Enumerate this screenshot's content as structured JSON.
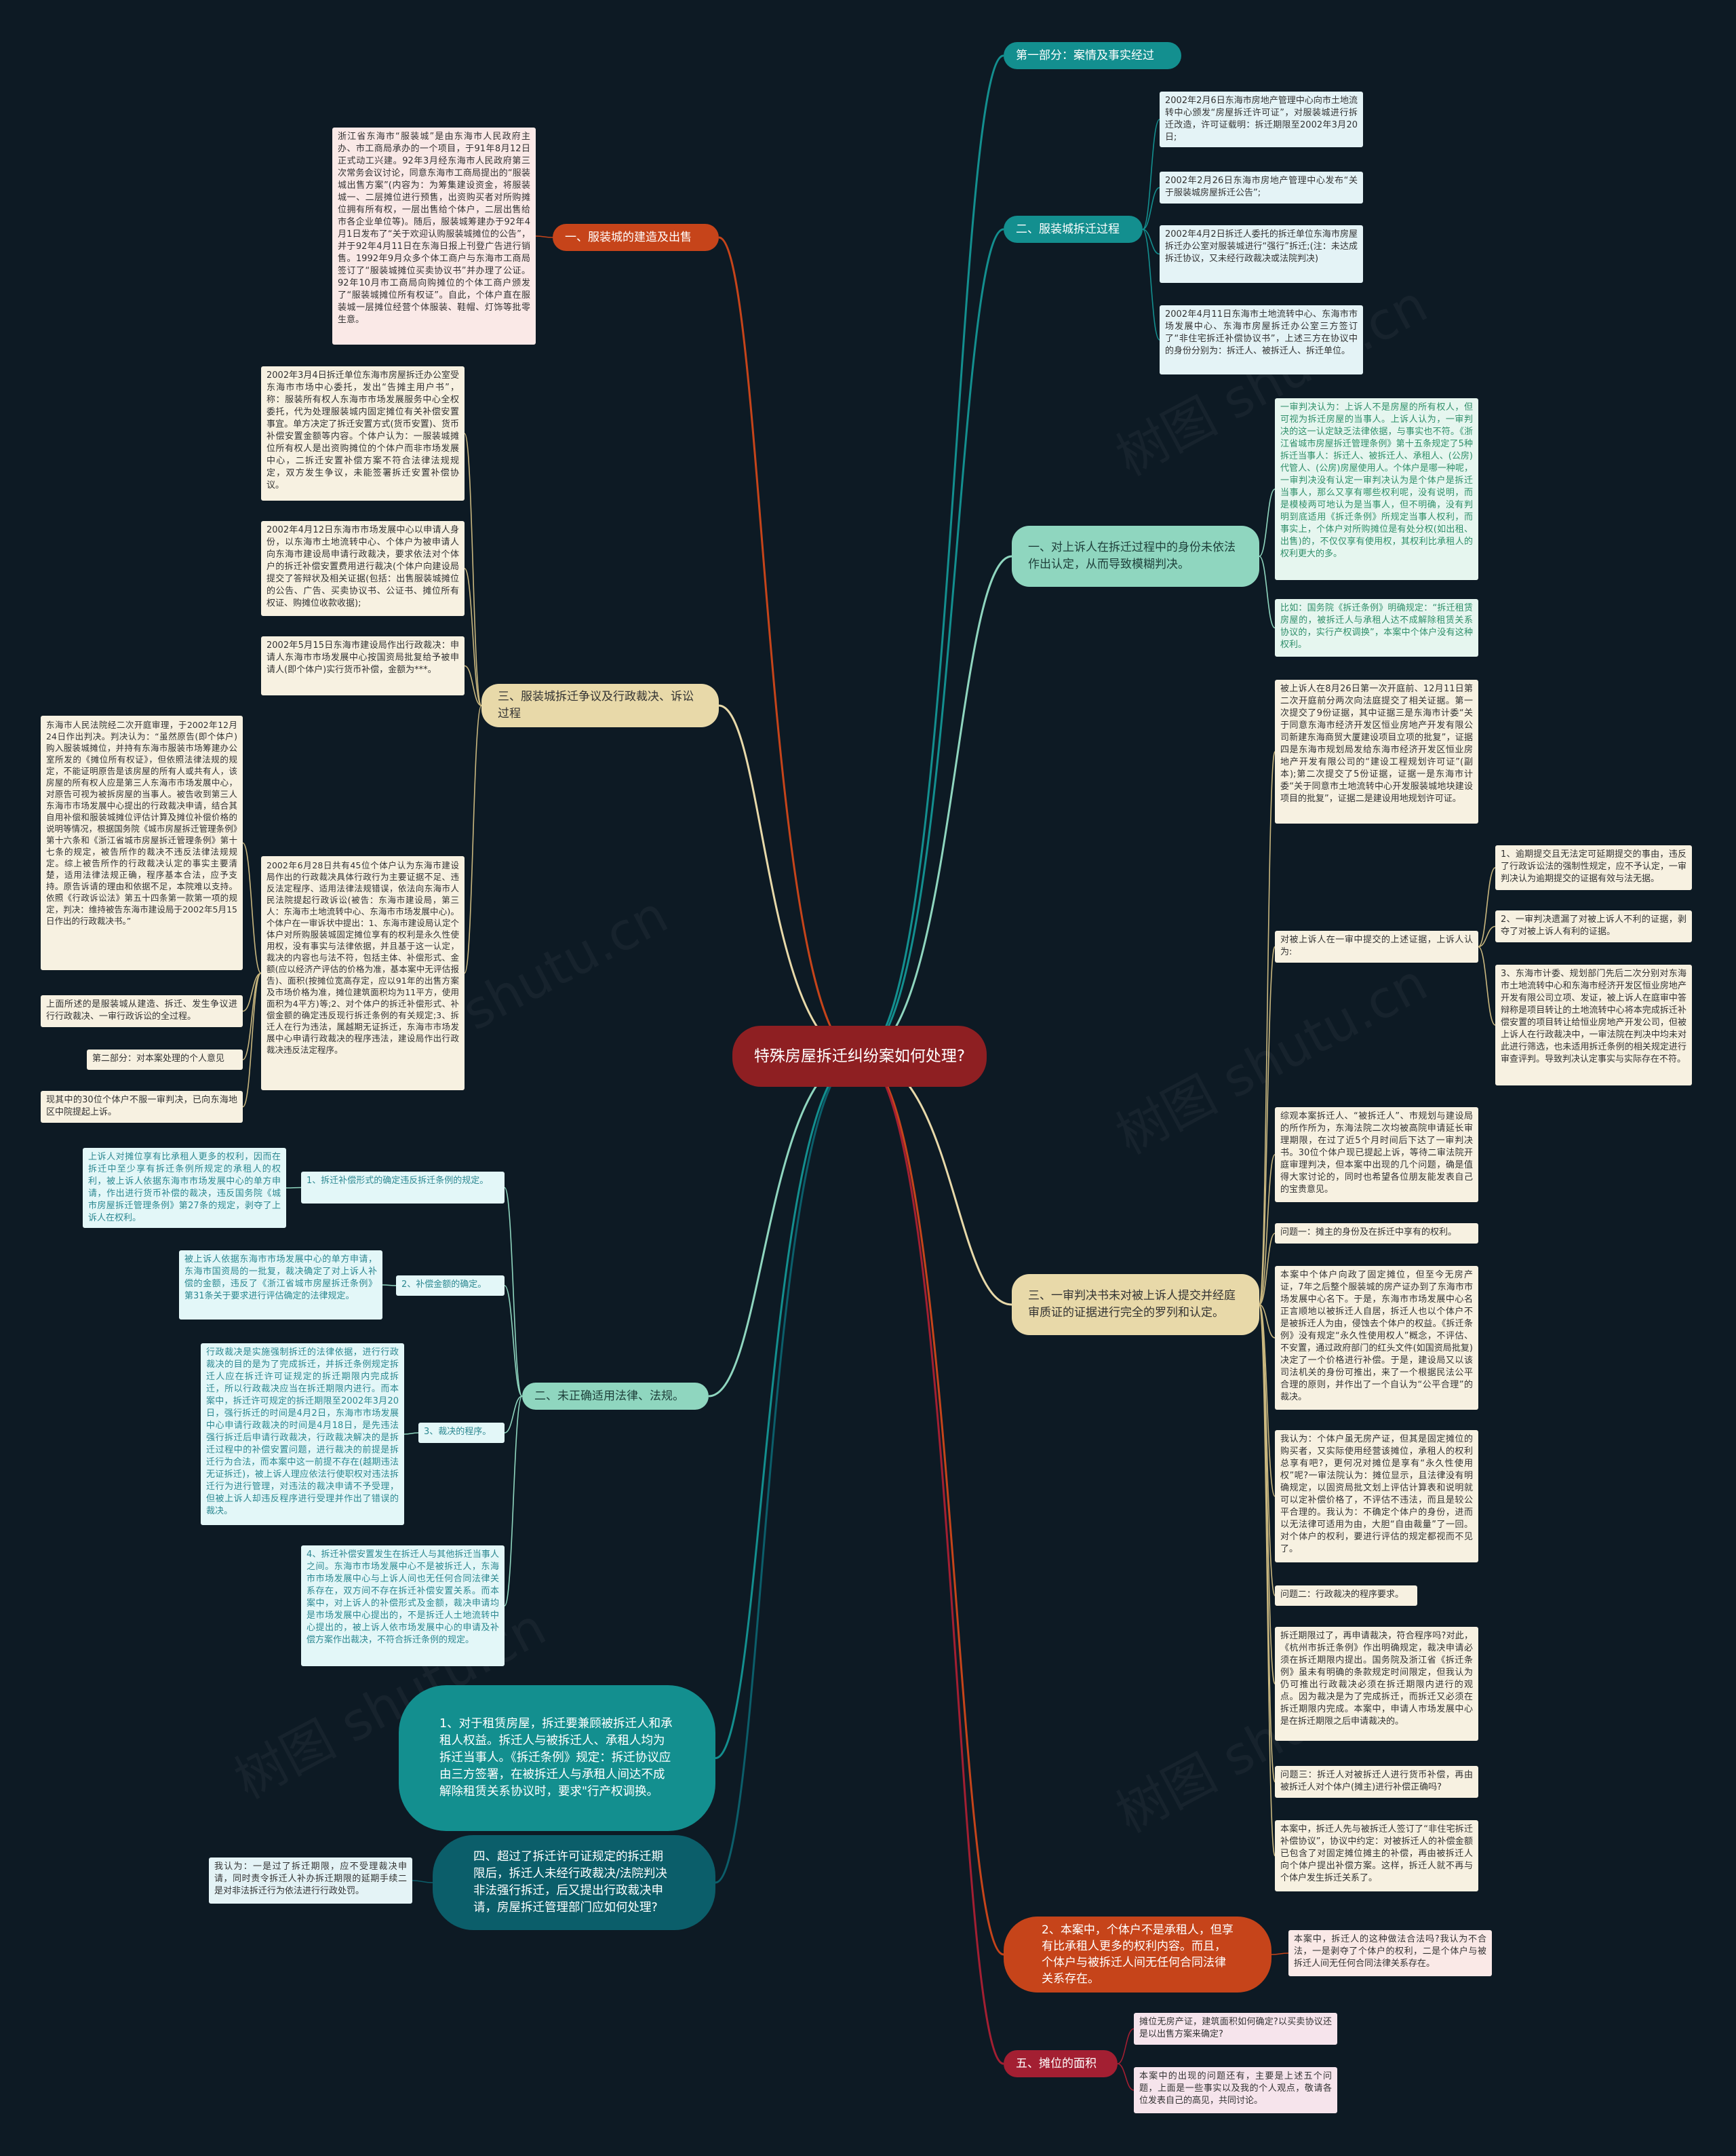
{
  "colors": {
    "background": "#0d1a24",
    "root": "#8e1f22",
    "orange": "#c6441a",
    "teal": "#138f8f",
    "tan": "#e8d9a9",
    "mint": "#8fd6bf",
    "deepteal": "#0b5e6a",
    "crimson": "#a31f32"
  },
  "root": "特殊房屋拆迁纠纷案如何处理?",
  "branches": {
    "part1": "第一部分：案情及事实经过",
    "b2": "二、服装城拆迁过程",
    "b1": "一、服装城的建造及出售",
    "b3": "三、服装城拆迁争议及行政裁决、诉讼过程",
    "rb1": "一、对上诉人在拆迁过程中的身份未依法作出认定，从而导致模糊判决。",
    "rb3": "三、一审判决书未对被上诉人提交并经庭审质证的证据进行完全的罗列和认定。",
    "l2": "二、未正确适用法律、法规。",
    "l1tenant": "1、对于租赁房屋，拆迁要兼顾被拆迁人和承租人权益。拆迁人与被拆迁人、承租人均为拆迁当事人。《拆迁条例》规定：拆迁协议应由三方签署，在被拆迁人与承租人间达不成解除租赁关系协议时，要求\"行产权调换。",
    "l4over": "四、超过了拆迁许可证规定的拆迁期限后，拆迁人未经行政裁决/法院判决非法强行拆迁，后又提出行政裁决申请，房屋拆迁管理部门应如何处理?",
    "rb2": "2、本案中，个体户不是承租人，但享有比承租人更多的权利内容。而且，个体户与被拆迁人间无任何合同法律关系存在。",
    "rb5": "五、摊位的面积"
  },
  "leaves": {
    "b2_1": "2002年2月6日东海市房地产管理中心向市土地流转中心颁发“房屋拆迁许可证”，对服装城进行拆迁改造，许可证载明：拆迁期限至2002年3月20日;",
    "b2_2": "2002年2月26日东海市房地产管理中心发布“关于服装城房屋拆迁公告”;",
    "b2_3": "2002年4月2日拆迁人委托的拆迁单位东海市房屋拆迁办公室对服装城进行“强行”拆迁;(注：未达成拆迁协议，又未经行政裁决或法院判决)",
    "b2_4": "2002年4月11日东海市土地流转中心、东海市市场发展中心、东海市房屋拆迁办公室三方签订了“非住宅拆迁补偿协议书”，上述三方在协议中的身份分别为：拆迁人、被拆迁人、拆迁单位。",
    "b1_1": "浙江省东海市“服装城”是由东海市人民政府主办、市工商局承办的一个项目，于91年8月12日正式动工兴建。92年3月经东海市人民政府第三次常务会议讨论，同意东海市工商局提出的“服装城出售方案”(内容为：为筹集建设资金，将服装城一、二层摊位进行预售，出资购买者对所购摊位拥有所有权，一层出售给个体户，二层出售给市各企业单位等)。随后，服装城筹建办于92年4月1日发布了“关于欢迎认购服装城摊位的公告”，并于92年4月11日在东海日报上刊登广告进行销售。1992年9月众多个体工商户与东海市工商局签订了“服装城摊位买卖协议书”并办理了公证。92年10月市工商局向购摊位的个体工商户颁发了“服装城摊位所有权证”。自此，个体户直在服装城一层摊位经营个体服装、鞋帽、灯饰等批零生意。",
    "b3_1": "2002年3月4日拆迁单位东海市房屋拆迁办公室受东海市市场中心委托，发出“告摊主用户书”，称：服装所有权人东海市市场发展服务中心全权委托，代为处理服装城内固定摊位有关补偿安置事宜。单方决定了拆迁安置方式(货币安置)、货币补偿安置金额等内容。个体户认为：一服装城摊位所有权人是出资购摊位的个体户而非市场发展中心，二拆迁安置补偿方案不符合法律法规规定，双方发生争议，未能签署拆迁安置补偿协议。",
    "b3_2": "2002年4月12日东海市市场发展中心以申请人身份，以东海市土地流转中心、个体户为被申请人向东海市建设局申请行政裁决，要求依法对个体户的拆迁补偿安置费用进行裁决(个体户向建设局提交了答辩状及相关证据(包括：出售服装城摊位的公告、广告、买卖协议书、公证书、摊位所有权证、购摊位收款收据);",
    "b3_3": "2002年5月15日东海市建设局作出行政裁决：申请人东海市市场发展中心按国资局批复给予被申请人(即个体户)实行货币补偿，金额为***。",
    "b3_4": "2002年6月28日共有45位个体户认为东海市建设局作出的行政裁决具体行政行为主要证据不足、违反法定程序、适用法律法规错误，依法向东海市人民法院提起行政诉讼(被告：东海市建设局，第三人：东海市土地流转中心、东海市市场发展中心)。个体户在一审诉状中提出：1、东海市建设局认定个体户对所购服装城固定摊位享有的权利是永久性使用权，没有事实与法律依据，并且基于这一认定，裁决的内容也与法不符，包括主体、补偿形式、金额(应以经济产评估的价格为准，基本案中无评估报告)、面积(按摊位宽高存定，应以91年的出售方案及市场价格为准，摊位建筑面积均为11平方，使用面积为4平方)等;2、对个体户的拆迁补偿形式、补偿金额的确定违反现行拆迁条例的有关规定;3、拆迁人在行为违法，属越期无证拆迁，东海市市场发展中心申请行政裁决的程序违法，建设局作出行政裁决违反法定程序。",
    "b3_4a": "东海市人民法院经二次开庭审理，于2002年12月24日作出判决。判决认为：“虽然原告(即个体户)购入服装城摊位，并持有东海市服装市场筹建办公室所发的《摊位所有权证》，但依照法律法规的规定，不能证明原告是该房屋的所有人或共有人，该房屋的所有权人应是第三人东海市市场发展中心，对原告可视为被拆房屋的当事人。被告收到第三人东海市市场发展中心提出的行政裁决申请，结合其自用补偿和服装城摊位评估计算及摊位补偿价格的说明等情况，根据国务院《城市房屋拆迁管理条例》第十六条和《浙江省城市房屋拆迁管理条例》第十七条的规定，被告所作的裁决不违反法律法规规定。综上被告所作的行政裁决认定的事实主要清楚，适用法律法规正确，程序基本合法，应予支持。原告诉请的理由和依据不足，本院难以支持。依照《行政诉讼法》第五十四条第一款第一项的规定，判决：维持被告东海市建设局于2002年5月15日作出的行政裁决书。”",
    "b3_5": "上面所述的是服装城从建造、拆迁、发生争议进行行政裁决、一审行政诉讼的全过程。",
    "b3_6": "第二部分：对本案处理的个人意见",
    "b3_7": "现其中的30位个体户不服一审判决，已向东海地区中院提起上诉。",
    "rb1_1": "一审判决认为：上诉人不是房屋的所有权人，但可视为拆迁房屋的当事人。上诉人认为，一审判决的这一认定缺乏法律依据，与事实也不符。《浙江省城市房屋拆迁管理条例》第十五条规定了5种拆迁当事人：拆迁人、被拆迁人、承租人、(公房)代管人、(公房)房屋使用人。个体户是哪一种呢，一审判决没有认定一审判决认为是个体户是拆迁当事人，那么又享有哪些权利呢，没有说明，而是模棱两可地认为是当事人，但不明确，没有判明到底适用《拆迁条例》所规定当事人权利，而事实上，个体户对所购摊位是有处分权(如出租、出售)的，不仅仅享有使用权，其权利比承租人的权利更大的多。",
    "rb1_2": "比如：国务院《拆迁条例》明确规定：“拆迁租赁房屋的，被拆迁人与承租人达不成解除租赁关系协议的，实行产权调换”，本案中个体户没有这种权利。",
    "rb3_1": "被上诉人在8月26日第一次开庭前、12月11日第二次开庭前分两次向法庭提交了相关证据。第一次提交了9份证据，其中证据三是东海市计委“关于同意东海市经济开发区恒业房地产开发有限公司新建东海商贸大厦建设项目立项的批复”，证据四是东海市规划局发给东海市经济开发区恒业房地产开发有限公司的“建设工程规划许可证”(副本);第二次提交了5份证据，证据一是东海市计委“关于同意市土地流转中心开发服装城地块建设项目的批复”，证据二是建设用地规划许可证。",
    "rb3_2": "对被上诉人在一审中提交的上述证据，上诉人认为:",
    "rb3_2a": "1、逾期提交且无法定可延期提交的事由，违反了行政诉讼法的强制性规定，应不予认定，一审判决认为逾期提交的证据有效与法无据。",
    "rb3_2b": "2、一审判决遗漏了对被上诉人不利的证据，剥夺了对被上诉人有利的证据。",
    "rb3_2c": "3、东海市计委、规划部门先后二次分别对东海市土地流转中心和东海市经济开发区恒业房地产开发有限公司立项、发证，被上诉人在庭审中答辩称是项目转让的土地流转中心将本完成拆迁补偿安置的项目转让给恒业房地产开发公司，但被上诉人在行政裁决中，一审法院在判决中均未对此进行筛选，也未适用拆迁条例的相关规定进行审查评判。导致判决认定事实与实际存在不符。",
    "rb3_3": "综观本案拆迁人、“被拆迁人”、市规划与建设局的所作所为，东海法院二次均被高院申请延长审理期限，在过了近5个月时间后下达了一审判决书。30位个体户现已提起上诉，等待二审法院开庭审理判决，但本案中出现的几个问题，确是值得大家讨论的，同时也希望各位朋友能发表自己的宝贵意见。",
    "rb3_4": "问题一：摊主的身份及在拆迁中享有的权利。",
    "rb3_5": "本案中个体户向政了固定摊位，但至今无房产证，7年之后整个服装城的房产证办到了东海市市场发展中心名下。于是，东海市市场发展中心名正言顺地以被拆迁人自居，拆迁人也以个体户不是被拆迁人为由，侵蚀去个体户的权益。《拆迁条例》没有规定“永久性使用权人”概念，不评估、不安置，通过政府部门的红头文件(如国资局批复)决定了一个价格进行补偿。于是，建设局又以该司法机关的身份可推出，来了一个根据民法公平合理的原则，并作出了一个自认为“公平合理”的裁决。",
    "rb3_6": "我认为：个体户虽无房产证，但其是固定摊位的购买者，又实际使用经营该摊位，承租人的权利总享有吧?，更何况对摊位是享有“永久性使用权”呢?一审法院认为：摊位显示，且法律没有明确规定，以固资局批文划上评估计算表和说明就可以定补偿价格了，不评估不违法，而且是较公平合理的。我认为：不确定个体户的身份，进而以无法律可适用为由，大胆“自由裁量”了一回。对个体户的权利，要进行评估的规定都视而不见了。",
    "rb3_7": "问题二：行政裁决的程序要求。",
    "rb3_8": "拆迁期限过了，再申请裁决，符合程序吗?对此，《杭州市拆迁条例》作出明确规定，裁决申请必须在拆迁期限内提出。国务院及浙江省《拆迁条例》虽未有明确的条款规定时间限定，但我认为仍可推出行政裁决必须在拆迁期限内进行的观点。因为裁决是为了完成拆迁，而拆迁又必须在拆迁期限内完成。本案中，申请人市场发展中心是在拆迁期限之后申请裁决的。",
    "rb3_9": "问题三：拆迁人对被拆迁人进行货币补偿，再由被拆迁人对个体户(摊主)进行补偿正确吗?",
    "rb3_10": "本案中，拆迁人先与被拆迁人签订了“非住宅拆迁补偿协议”，协议中约定：对被拆迁人的补偿金额已包含了对固定摊位摊主的补偿，再由被拆迁人向个体户提出补偿方案。这样，拆迁人就不再与个体户发生拆迁关系了。",
    "l2_1": "1、拆迁补偿形式的确定违反拆迁条例的规定。",
    "l2_1a": "上诉人对摊位享有比承租人更多的权利，因而在拆迁中至少享有拆迁条例所规定的承租人的权利，被上诉人依据东海市市场发展中心的单方申请，作出进行货币补偿的裁决，违反国务院《城市房屋拆迁管理条例》第27条的规定，剥夺了上诉人在权利。",
    "l2_2": "2、补偿金额的确定。",
    "l2_2a": "被上诉人依据东海市市场发展中心的单方申请，东海市国资局的一批复，裁决确定了对上诉人补偿的金额，违反了《浙江省城市房屋拆迁条例》第31条关于要求进行评估确定的法律规定。",
    "l2_3": "3、裁决的程序。",
    "l2_3a": "行政裁决是实施强制拆迁的法律依据，进行行政裁决的目的是为了完成拆迁，并拆迁条例规定拆迁人应在拆迁许可证规定的拆迁期限内完成拆迁，所以行政裁决应当在拆迁期限内进行。而本案中，拆迁许可规定的拆迁期限至2002年3月20日，强行拆迁的时间是4月2日，东海市市场发展中心申请行政裁决的时间是4月18日，是先违法强行拆迁后申请行政裁决，行政裁决解决的是拆迁过程中的补偿安置问题，进行裁决的前提是拆迁行为合法，而本案中这一前提不存在(越期违法无证拆迁)，被上诉人理应依法行使职权对违法拆迁行为进行管理，对违法的裁决申请不予受理，但被上诉人却违反程序进行受理并作出了错误的裁决。",
    "l2_4": "4、拆迁补偿安置发生在拆迁人与其他拆迁当事人之间。东海市市场发展中心不是被拆迁人，东海市市场发展中心与上诉人间也无任何合同法律关系存在，双方间不存在拆迁补偿安置关系。而本案中，对上诉人的补偿形式及金额，裁决申请均是市场发展中心提出的，不是拆迁人土地流转中心提出的，被上诉人依市场发展中心的申请及补偿方案作出裁决，不符合拆迁条例的规定。",
    "l4_1": "我认为：一是过了拆迁期限，应不受理裁决申请，同时责令拆迁人补办拆迁期限的延期手续二是对非法拆迁行为依法进行行政处罚。",
    "rb2_1": "本案中，拆迁人的这种做法合法吗?我认为不合法，一是剥夺了个体户的权利，二是个体户与被拆迁人间无任何合同法律关系存在。",
    "rb5_1": "摊位无房产证，建筑面积如何确定?以买卖协议还是以出售方案来确定?",
    "rb5_2": "本案中的出现的问题还有，主要是上述五个问题，上面是一些事实以及我的个人观点，敬请各位发表自己的高见，共同讨论。"
  },
  "watermark": "树图 shutu.cn"
}
